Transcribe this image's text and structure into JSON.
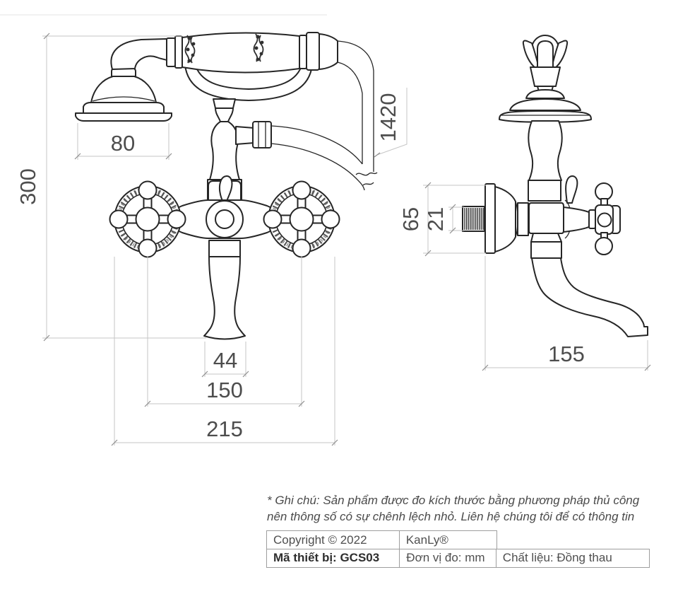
{
  "dimensions": {
    "front_head_width": "80",
    "front_height": "300",
    "hose_length": "1420",
    "front_spout_width": "44",
    "front_valve_spacing": "150",
    "front_total_width": "215",
    "side_escutcheon_height": "65",
    "side_thread_length": "21",
    "side_spout_reach": "155"
  },
  "note": {
    "line1": "* Ghi chú: Sản phẩm được đo kích thước bằng phương pháp thủ công",
    "line2": "nên thông số có sự chênh lệch nhỏ. Liên hệ chúng tôi để có thông tin"
  },
  "table": {
    "copyright": "Copyright © 2022",
    "brand": "KanLy®",
    "model_label": "Mã thiết bị: GCS03",
    "unit_label": "Đơn vị đo: mm",
    "material_label": "Chất liệu: Đồng thau"
  },
  "colors": {
    "outline": "#262626",
    "dimension_line": "#c6c6c6",
    "dimension_text": "#4d4d4d",
    "table_border": "#9e9e9e",
    "body_text": "#4a4a4a"
  }
}
